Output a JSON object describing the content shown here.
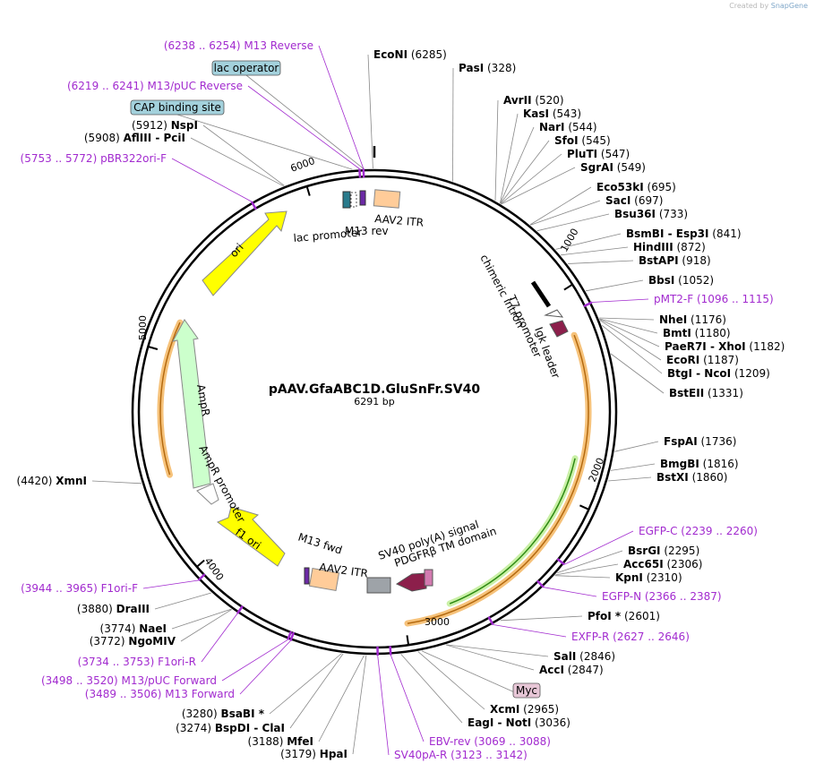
{
  "credit": {
    "text": "Created by",
    "brand": "SnapGene"
  },
  "plasmid": {
    "name": "pAAV.GfaABC1D.GluSnFr.SV40",
    "length_label": "6291 bp",
    "length": 6291
  },
  "ticks": [
    "1000",
    "2000",
    "3000",
    "4000",
    "5000",
    "6000"
  ],
  "colors": {
    "primer": "#a22bcf",
    "ori": "#ffff00",
    "ampr": "#ccffcc",
    "itr": "#ffcc99",
    "orange_arc": "#f6a832",
    "green_arc": "#8be04a"
  },
  "enzymes": [
    {
      "name": "EcoNI",
      "pos": "(6285)"
    },
    {
      "name": "PasI",
      "pos": "(328)"
    },
    {
      "name": "AvrII",
      "pos": "(520)"
    },
    {
      "name": "KasI",
      "pos": "(543)"
    },
    {
      "name": "NarI",
      "pos": "(544)"
    },
    {
      "name": "SfoI",
      "pos": "(545)"
    },
    {
      "name": "PluTI",
      "pos": "(547)"
    },
    {
      "name": "SgrAI",
      "pos": "(549)"
    },
    {
      "name": "Eco53kI",
      "pos": "(695)"
    },
    {
      "name": "SacI",
      "pos": "(697)"
    },
    {
      "name": "Bsu36I",
      "pos": "(733)"
    },
    {
      "name": "BsmBI - Esp3I",
      "pos": "(841)"
    },
    {
      "name": "HindIII",
      "pos": "(872)"
    },
    {
      "name": "BstAPI",
      "pos": "(918)"
    },
    {
      "name": "BbsI",
      "pos": "(1052)"
    },
    {
      "name": "NheI",
      "pos": "(1176)"
    },
    {
      "name": "BmtI",
      "pos": "(1180)"
    },
    {
      "name": "PaeR7I - XhoI",
      "pos": "(1182)"
    },
    {
      "name": "EcoRI",
      "pos": "(1187)"
    },
    {
      "name": "BtgI - NcoI",
      "pos": "(1209)"
    },
    {
      "name": "BstEII",
      "pos": "(1331)"
    },
    {
      "name": "FspAI",
      "pos": "(1736)"
    },
    {
      "name": "BmgBI",
      "pos": "(1816)"
    },
    {
      "name": "BstXI",
      "pos": "(1860)"
    },
    {
      "name": "BsrGI",
      "pos": "(2295)"
    },
    {
      "name": "Acc65I",
      "pos": "(2306)"
    },
    {
      "name": "KpnI",
      "pos": "(2310)"
    },
    {
      "name": "PfoI *",
      "pos": "(2601)"
    },
    {
      "name": "SalI",
      "pos": "(2846)"
    },
    {
      "name": "AccI",
      "pos": "(2847)"
    },
    {
      "name": "XcmI",
      "pos": "(2965)"
    },
    {
      "name": "EagI - NotI",
      "pos": "(3036)"
    },
    {
      "name": "HpaI",
      "pos": "(3179)"
    },
    {
      "name": "MfeI",
      "pos": "(3188)"
    },
    {
      "name": "BspDI - ClaI",
      "pos": "(3274)"
    },
    {
      "name": "BsaBI *",
      "pos": "(3280)"
    },
    {
      "name": "NgoMIV",
      "pos": "(3772)"
    },
    {
      "name": "NaeI",
      "pos": "(3774)"
    },
    {
      "name": "DraIII",
      "pos": "(3880)"
    },
    {
      "name": "XmnI",
      "pos": "(4420)"
    },
    {
      "name": "AflIII - PciI",
      "pos": "(5908)"
    },
    {
      "name": "NspI",
      "pos": "(5912)"
    }
  ],
  "primers": [
    {
      "name": "M13 Reverse",
      "range": "(6238 .. 6254)"
    },
    {
      "name": "M13/pUC Reverse",
      "range": "(6219 .. 6241)"
    },
    {
      "name": "pBR322ori-F",
      "range": "(5753 .. 5772)"
    },
    {
      "name": "pMT2-F",
      "range": "(1096 .. 1115)"
    },
    {
      "name": "EGFP-C",
      "range": "(2239 .. 2260)"
    },
    {
      "name": "EGFP-N",
      "range": "(2366 .. 2387)"
    },
    {
      "name": "EXFP-R",
      "range": "(2627 .. 2646)"
    },
    {
      "name": "EBV-rev",
      "range": "(3069 .. 3088)"
    },
    {
      "name": "SV40pA-R",
      "range": "(3123 .. 3142)"
    },
    {
      "name": "M13 Forward",
      "range": "(3489 .. 3506)"
    },
    {
      "name": "M13/pUC Forward",
      "range": "(3498 .. 3520)"
    },
    {
      "name": "F1ori-R",
      "range": "(3734 .. 3753)"
    },
    {
      "name": "F1ori-F",
      "range": "(3944 .. 3965)"
    }
  ],
  "boxed": [
    "lac operator",
    "CAP binding site",
    "Myc"
  ],
  "features": [
    "ori",
    "AmpR",
    "AmpR promoter",
    "f1 ori",
    "lac promoter",
    "M13 rev",
    "AAV2 ITR",
    "chimeric intron",
    "T7 promoter",
    "Igk leader",
    "M13 fwd",
    "AAV2 ITR",
    "SV40 poly(A) signal",
    "PDGFRβ TM domain"
  ]
}
